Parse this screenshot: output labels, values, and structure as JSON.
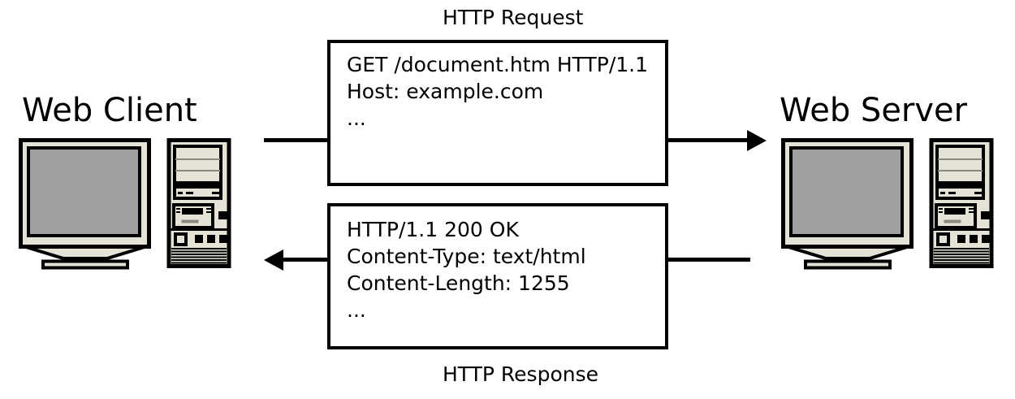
{
  "client": {
    "label": "Web Client",
    "icon": "desktop-computer-icon"
  },
  "server": {
    "label": "Web Server",
    "icon": "desktop-computer-icon"
  },
  "request_box": {
    "title": "HTTP Request",
    "lines": [
      "GET /document.htm HTTP/1.1",
      "Host: example.com",
      "..."
    ],
    "direction": "client-to-server"
  },
  "response_box": {
    "title": "HTTP Response",
    "lines": [
      "HTTP/1.1 200 OK",
      "Content-Type: text/html",
      "Content-Length: 1255",
      "..."
    ],
    "direction": "server-to-client"
  },
  "colors": {
    "outline": "#000000",
    "box_background": "#ffffff",
    "case_beige": "#e4e3d6",
    "screen_gray": "#a0a0a0",
    "case_line": "#8b8b7d"
  }
}
